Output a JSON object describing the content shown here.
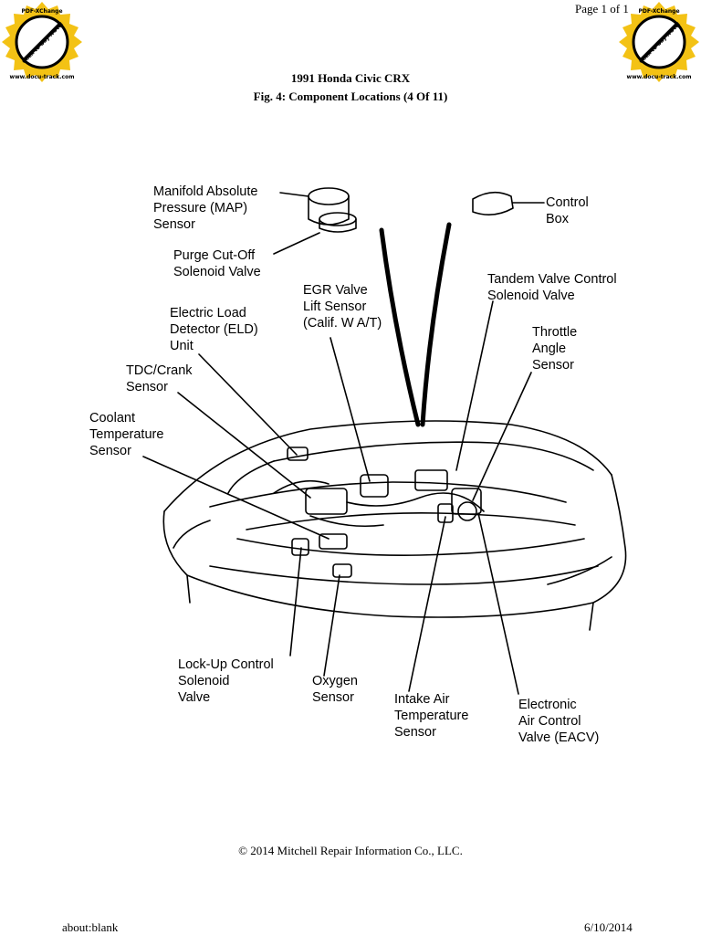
{
  "header": {
    "page_number": "Page 1 of 1"
  },
  "document": {
    "title": "1991 Honda Civic CRX",
    "subtitle": "Fig. 4: Component Locations (4 Of 11)"
  },
  "diagram": {
    "labels": {
      "map_sensor": [
        "Manifold Absolute",
        "Pressure (MAP)",
        "Sensor"
      ],
      "purge_valve": [
        "Purge Cut-Off",
        "Solenoid Valve"
      ],
      "control_box": [
        "Control",
        "Box"
      ],
      "egr_sensor": [
        "EGR Valve",
        "Lift Sensor",
        "(Calif. W A/T)"
      ],
      "tandem_valve": [
        "Tandem Valve Control",
        "Solenoid Valve"
      ],
      "eld_unit": [
        "Electric Load",
        "Detector (ELD)",
        "Unit"
      ],
      "throttle_sensor": [
        "Throttle",
        "Angle",
        "Sensor"
      ],
      "tdc_sensor": [
        "TDC/Crank",
        "Sensor"
      ],
      "coolant_sensor": [
        "Coolant",
        "Temperature",
        "Sensor"
      ],
      "lockup_valve": [
        "Lock-Up Control",
        "Solenoid",
        "Valve"
      ],
      "oxygen_sensor": [
        "Oxygen",
        "Sensor"
      ],
      "intake_air_sensor": [
        "Intake Air",
        "Temperature",
        "Sensor"
      ],
      "eacv": [
        "Electronic",
        "Air Control",
        "Valve (EACV)"
      ]
    }
  },
  "footer": {
    "copyright": "© 2014 Mitchell Repair Information Co., LLC.",
    "url": "about:blank",
    "date": "6/10/2014"
  },
  "badges": {
    "top_text": "PDF-XChange",
    "bottom_text": "www.docu-track.com",
    "center_text": "Click to buy NOW!"
  }
}
